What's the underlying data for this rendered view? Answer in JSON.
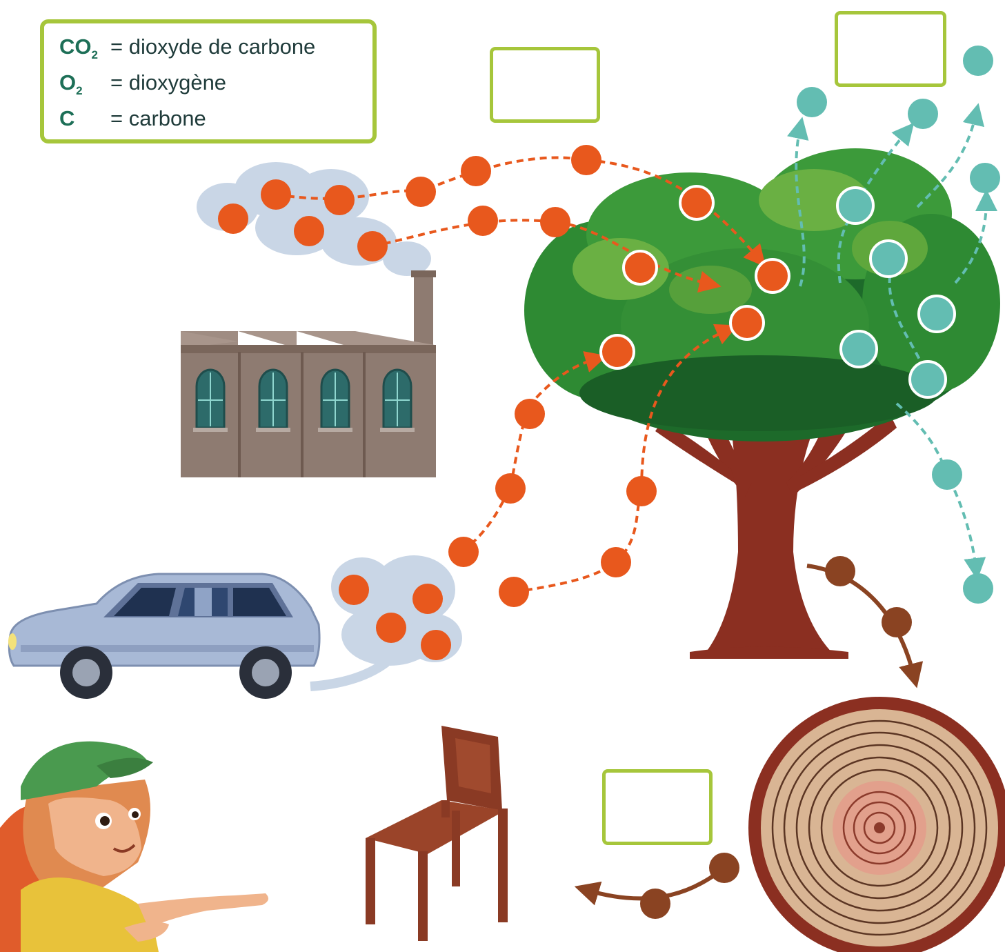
{
  "legend": {
    "rows": [
      {
        "symbol": "CO",
        "subscript": "2",
        "text": "= dioxyde de carbone"
      },
      {
        "symbol": "O",
        "subscript": "2",
        "text": "= dioxygène"
      },
      {
        "symbol": "C",
        "subscript": "",
        "text": "= carbone"
      }
    ]
  },
  "answer_boxes": [
    {
      "name": "co2-label-box",
      "value": ""
    },
    {
      "name": "o2-label-box",
      "value": ""
    },
    {
      "name": "carbon-label-box",
      "value": ""
    }
  ],
  "colors": {
    "co2_molecule": "#e8581d",
    "o2_molecule": "#63bdb2",
    "carbon_atom": "#8a4322",
    "accent_green": "#a6c63b",
    "legend_text": "#1d6f57"
  },
  "icons": [
    "factory-icon",
    "car-icon",
    "tree-icon",
    "wood-slice-icon",
    "chair-icon",
    "girl-character-icon"
  ]
}
